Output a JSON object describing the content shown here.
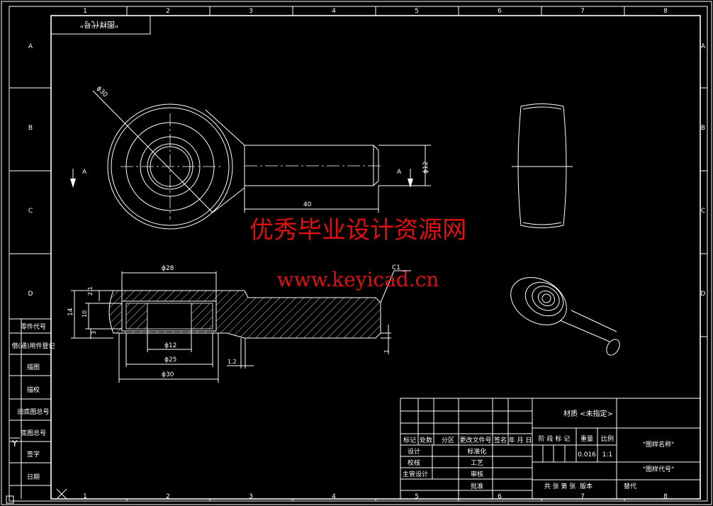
{
  "zone_columns": [
    "1",
    "2",
    "3",
    "4",
    "5",
    "6",
    "7",
    "8"
  ],
  "zone_rows": [
    "A",
    "B",
    "C",
    "D"
  ],
  "corner_label": "\"图样代号\"",
  "dimensions": {
    "phi30_top": "30",
    "dim40": "40",
    "phi12_right": "12",
    "section_a_label": "A",
    "phi28": "28",
    "phi12": "12",
    "phi25": "25",
    "phi30": "30",
    "dim14": "14",
    "dim10": "10",
    "dim3": "3",
    "dim21": "2.1",
    "dim12_sm": "1.2",
    "chamfer": "C1",
    "dim1": "1"
  },
  "watermark": {
    "title": "优秀毕业设计资源网",
    "url": "www.keyicad.cn",
    "color": "#e01010"
  },
  "left_column_labels": [
    "零件代号",
    "借(通)用件登记",
    "描图",
    "描校",
    "旧底图总号",
    "底图总号",
    "签字",
    "日期"
  ],
  "title_block": {
    "material": "材质 <未指定>",
    "drawing_name": "\"图样名称\"",
    "drawing_code": "\"图样代号\"",
    "header_row": [
      "标记",
      "处数",
      "分区",
      "更改文件号",
      "签名",
      "年 月 日"
    ],
    "stage_headers": [
      "阶 段 标 记",
      "重量",
      "比例"
    ],
    "weight": "0.016",
    "scale": "1:1",
    "roles_left": [
      "设计",
      "校核",
      "主管设计"
    ],
    "roles_mid": [
      "标准化",
      "工艺",
      "审核",
      "批准"
    ],
    "sheet_info": "共  张 第  张",
    "version": "版本",
    "replace": "替代"
  }
}
